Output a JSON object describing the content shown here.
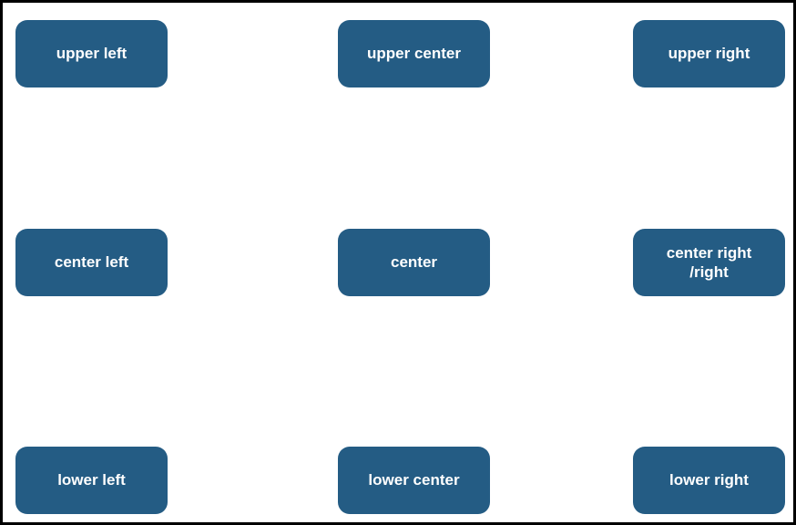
{
  "colors": {
    "box_fill": "#245C84",
    "box_text": "#ffffff",
    "canvas_border": "#000000",
    "canvas_background": "#ffffff"
  },
  "boxes": [
    {
      "id": "upper-left",
      "label": "upper left"
    },
    {
      "id": "upper-center",
      "label": "upper center"
    },
    {
      "id": "upper-right",
      "label": "upper right"
    },
    {
      "id": "center-left",
      "label": "center left"
    },
    {
      "id": "center",
      "label": "center"
    },
    {
      "id": "center-right",
      "label": "center right\n/right"
    },
    {
      "id": "lower-left",
      "label": "lower left"
    },
    {
      "id": "lower-center",
      "label": "lower center"
    },
    {
      "id": "lower-right",
      "label": "lower right"
    }
  ]
}
